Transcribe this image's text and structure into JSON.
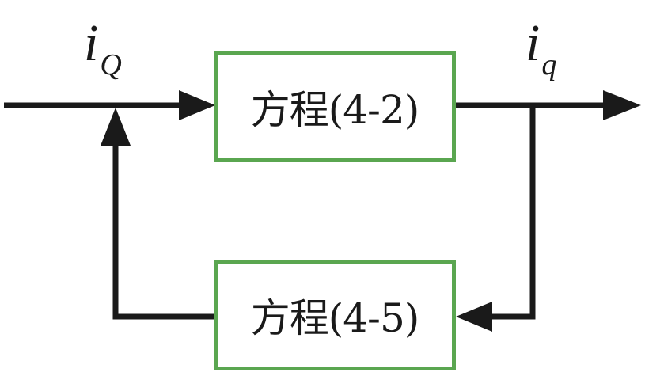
{
  "diagram": {
    "blocks": {
      "top": {
        "label": "方程(4-2)"
      },
      "bottom": {
        "label": "方程(4-5)"
      }
    },
    "signals": {
      "input": {
        "symbol": "i",
        "subscript": "Q"
      },
      "output": {
        "symbol": "i",
        "subscript": "q"
      }
    },
    "colors": {
      "block_border": "#5aa650",
      "line": "#1a1a1a"
    }
  }
}
